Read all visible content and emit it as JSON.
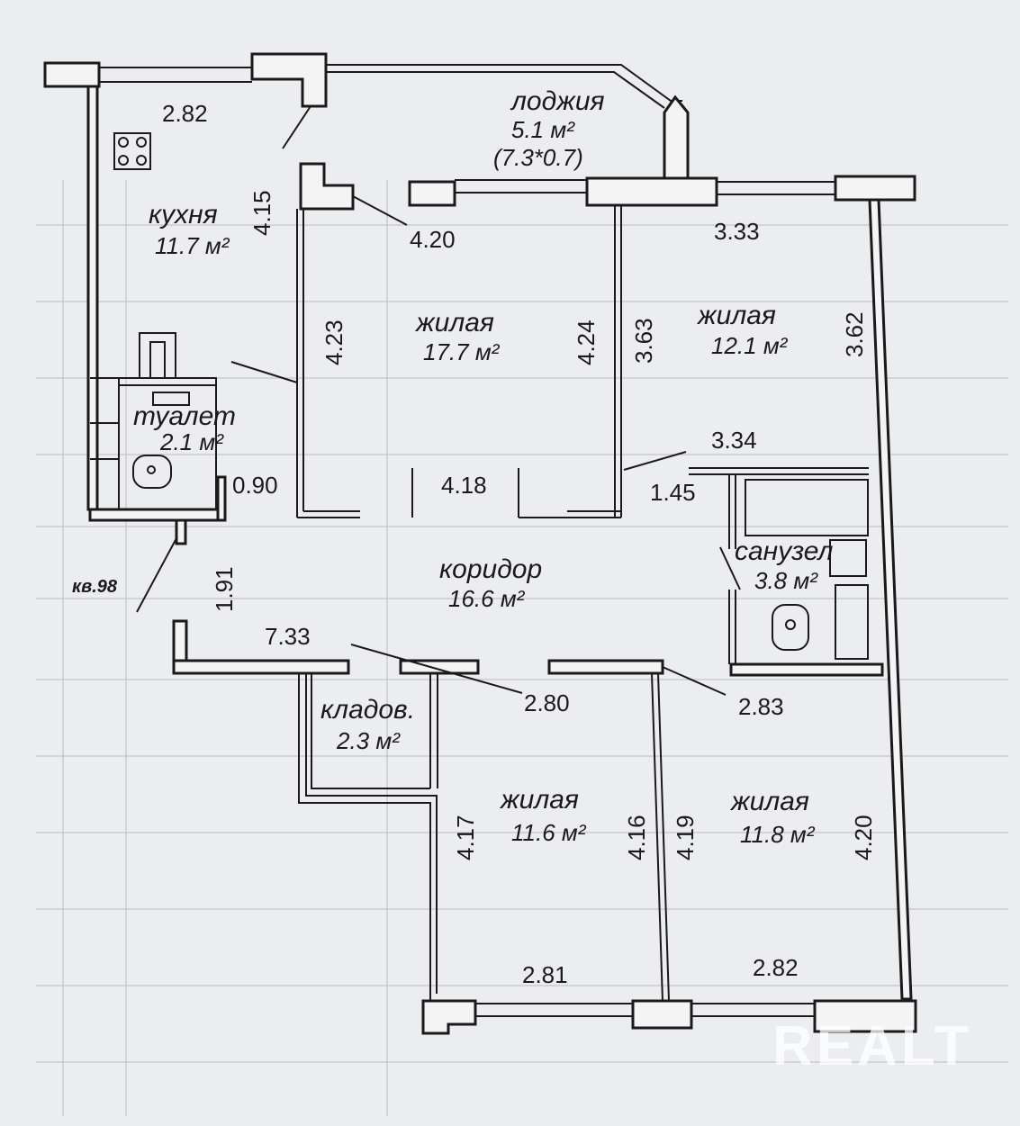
{
  "plan": {
    "rooms": [
      {
        "id": "kitchen",
        "name": "кухня",
        "area": "11.7 м²"
      },
      {
        "id": "loggia",
        "name": "лоджия",
        "area": "5.1 м²",
        "note": "(7.3*0.7)"
      },
      {
        "id": "living1",
        "name": "жилая",
        "area": "17.7 м²"
      },
      {
        "id": "living2",
        "name": "жилая",
        "area": "12.1 м²"
      },
      {
        "id": "toilet",
        "name": "туалет",
        "area": "2.1 м²"
      },
      {
        "id": "corridor",
        "name": "коридор",
        "area": "16.6 м²"
      },
      {
        "id": "bathroom",
        "name": "санузел",
        "area": "3.8 м²"
      },
      {
        "id": "storage",
        "name": "кладов.",
        "area": "2.3 м²"
      },
      {
        "id": "living3",
        "name": "жилая",
        "area": "11.6 м²"
      },
      {
        "id": "living4",
        "name": "жилая",
        "area": "11.8 м²"
      }
    ],
    "dimensions": {
      "kitchen_top": "2.82",
      "kitchen_side": "4.15",
      "loggia_link": "4.20",
      "living2_top": "3.33",
      "living1_left": "4.23",
      "living1_right": "4.24",
      "living2_left": "3.63",
      "living2_right": "3.62",
      "living2_bottom": "3.34",
      "toilet_door": "0.90",
      "living1_bottom": "4.18",
      "bath_top": "1.45",
      "entry_label": "кв.98",
      "corridor_side": "1.91",
      "corridor_len": "7.33",
      "living3_top": "2.80",
      "living4_top": "2.83",
      "living3_left": "4.17",
      "living3_right": "4.16",
      "living4_left": "4.19",
      "living4_right": "4.20",
      "living3_bottom": "2.81",
      "living4_bottom": "2.82"
    }
  },
  "watermark": "REALT"
}
